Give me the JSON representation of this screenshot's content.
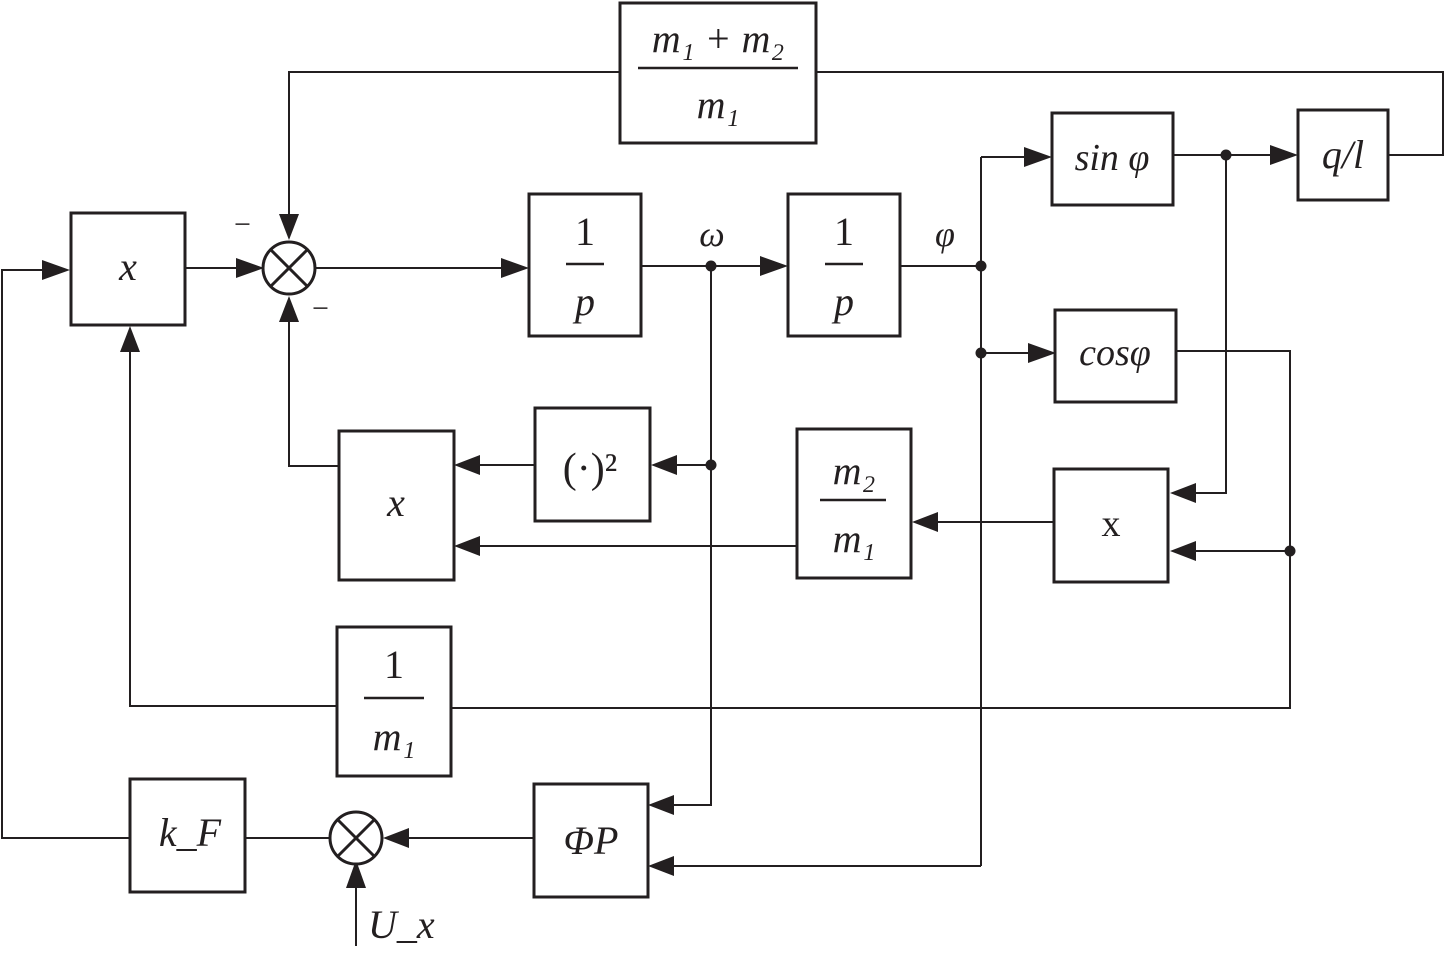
{
  "blocks": {
    "mass_ratio_total": {
      "num": "m₁ + m₂",
      "den": "m₁"
    },
    "sin_phi": "sin φ",
    "q_over_l": "q/l",
    "mult_top": "x",
    "integrator_1": {
      "num": "1",
      "den": "p"
    },
    "integrator_2": {
      "num": "1",
      "den": "p"
    },
    "cos_phi": "cosφ",
    "square": "(·)²",
    "mult_mid": "x",
    "mass_ratio_2": {
      "num": "m₂",
      "den": "m₁"
    },
    "mult_right": "x",
    "inv_mass": {
      "num": "1",
      "den": "m₁"
    },
    "gain_kf": "k_F",
    "regulator": "ΦP"
  },
  "signals": {
    "omega": "ω",
    "phi": "φ",
    "input": "U_x"
  },
  "signs": {
    "sum_top_left": "−",
    "sum_bottom": "−"
  }
}
